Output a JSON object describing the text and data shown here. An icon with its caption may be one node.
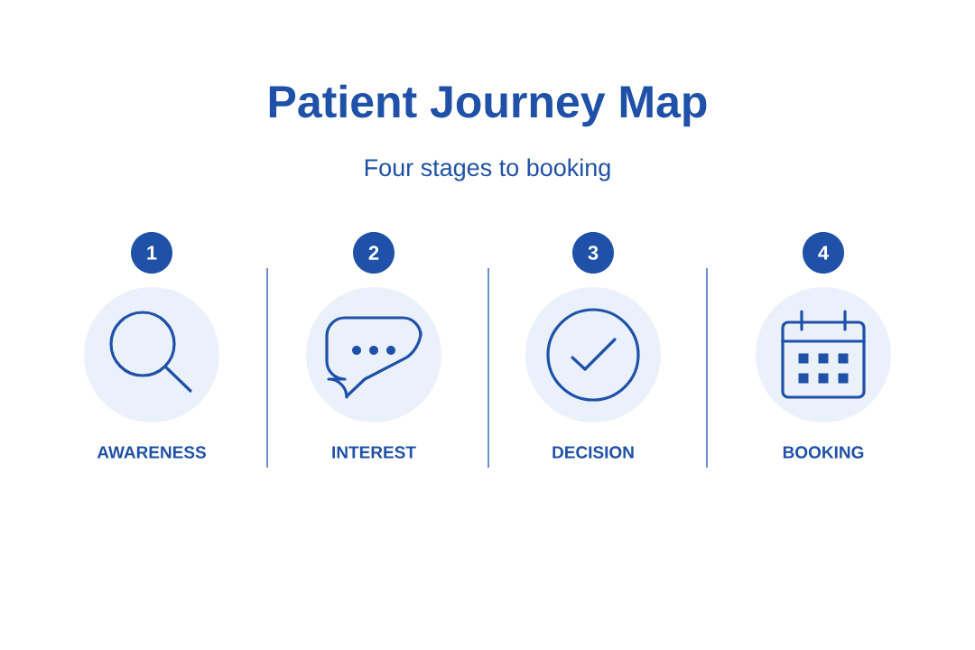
{
  "diagram": {
    "title": "Patient Journey Map",
    "nodes": [
      {
        "text": [
          "1"
        ]
      },
      {
        "text": [
          "AWARENESS"
        ]
      },
      {
        "text": [
          "2"
        ]
      },
      {
        "text": [
          "INTEREST"
        ]
      },
      {
        "text": [
          "3"
        ]
      },
      {
        "text": [
          "DECISION"
        ]
      },
      {
        "text": [
          "4"
        ]
      },
      {
        "text": [
          "BOOKING"
        ]
      }
    ],
    "labels": [
      "Four stages to booking"
    ]
  }
}
